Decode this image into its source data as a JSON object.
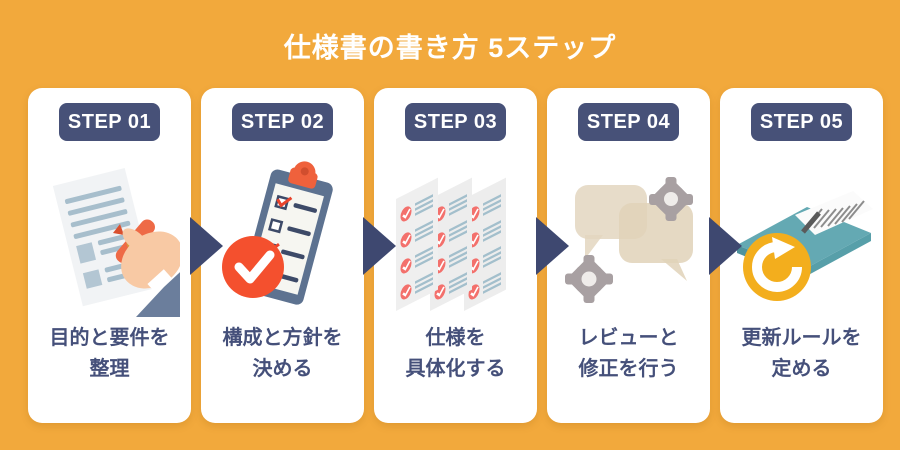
{
  "title": "仕様書の書き方 5ステップ",
  "colors": {
    "background": "#F2A93C",
    "card": "#FFFFFF",
    "navy": "#475178",
    "arrow_navy": "#3E4870",
    "label_navy": "#45507A",
    "accent_red": "#F4502E",
    "clip_orange": "#EF613C",
    "stamp_red": "#F3706C",
    "refresh_yellow": "#F3AE1D",
    "book_teal": "#64A9B3",
    "bubble_beige": "#E3D6BF",
    "gear_gray": "#A8A0A2",
    "doc_line_blue": "#A7BECC"
  },
  "steps": [
    {
      "badge": "STEP 01",
      "label_line1": "目的と要件を",
      "label_line2": "整理",
      "icon": "pen-document-icon"
    },
    {
      "badge": "STEP 02",
      "label_line1": "構成と方針を",
      "label_line2": "決める",
      "icon": "clipboard-check-icon"
    },
    {
      "badge": "STEP 03",
      "label_line1": "仕様を",
      "label_line2": "具体化する",
      "icon": "spec-sheets-icon"
    },
    {
      "badge": "STEP 04",
      "label_line1": "レビューと",
      "label_line2": "修正を行う",
      "icon": "review-chat-gears-icon"
    },
    {
      "badge": "STEP 05",
      "label_line1": "更新ルールを",
      "label_line2": "定める",
      "icon": "book-refresh-icon"
    }
  ]
}
